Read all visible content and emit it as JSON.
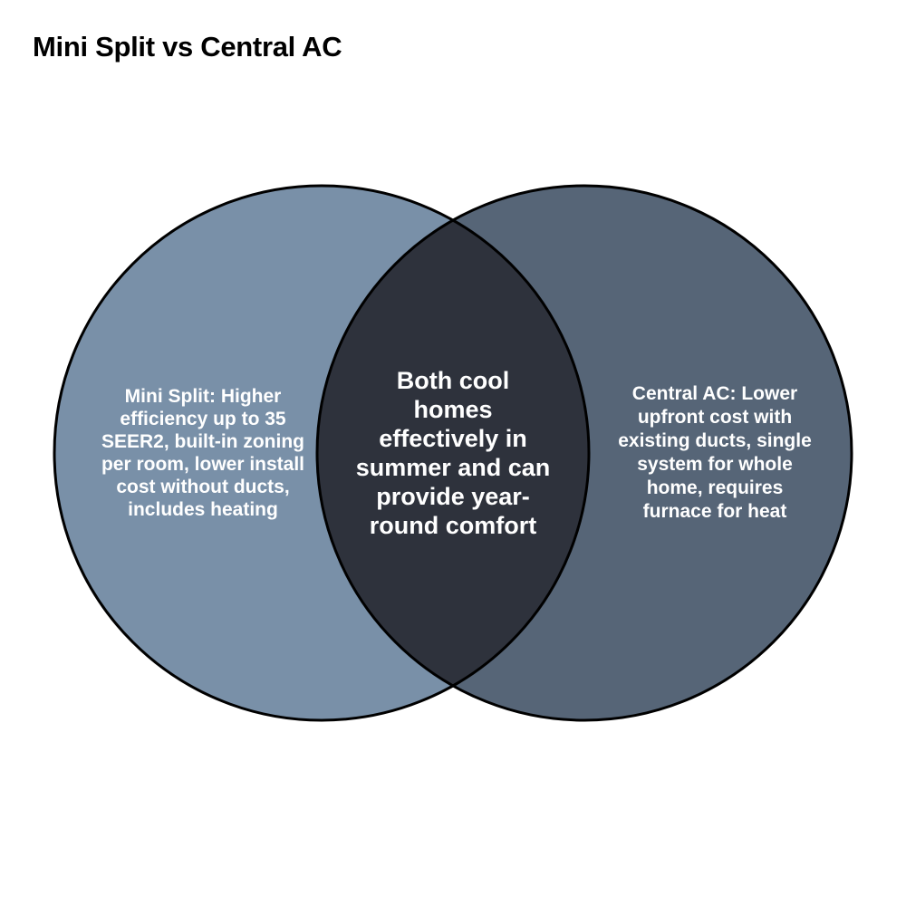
{
  "title": "Mini Split vs Central AC",
  "colors": {
    "left_circle": "#7990a8",
    "right_circle": "#566577",
    "overlap": "#2e323c",
    "outline": "#000000",
    "label_text": "#ffffff"
  },
  "sets": {
    "left": {
      "text": "Mini Split: Higher efficiency up to 35 SEER2, built-in zoning per room, lower install cost without ducts, includes heating"
    },
    "intersection": {
      "text": "Both cool homes effectively in summer and can provide year-round comfort"
    },
    "right": {
      "text": "Central AC: Lower upfront cost with existing ducts, single system for whole home, requires furnace for heat"
    }
  }
}
